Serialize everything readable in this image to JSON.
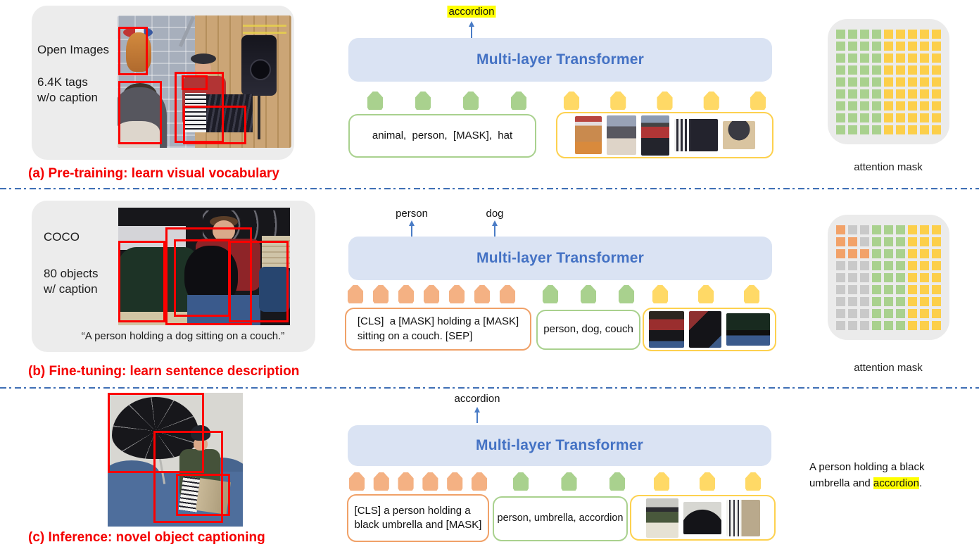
{
  "shared": {
    "transformer_label": "Multi-layer Transformer",
    "mask_label": "attention mask",
    "colors": {
      "transformer_fill": "#dae3f3",
      "transformer_text": "#4472c4",
      "token_green": "#a9d18e",
      "token_orange": "#f4b183",
      "token_yellow": "#ffd966",
      "mask_gray": "#c9c9c9",
      "highlight_yellow": "#ffff00",
      "caption_red": "#f40000",
      "bounding_box_red": "#fb0000",
      "divider_blue": "#3f6fb5"
    }
  },
  "panels": {
    "a": {
      "dataset": "Open Images",
      "tagline": "6.4K tags\nw/o caption",
      "caption": "(a) Pre-training: learn visual vocabulary",
      "output_label": "accordion",
      "text_box": "animal,  person,  [MASK],  hat",
      "token_groups": [
        {
          "color": "green",
          "count": 4
        },
        {
          "color": "yellow",
          "count": 5
        }
      ],
      "patches": [
        "deer-hat",
        "person-back",
        "man-accordion",
        "accordion-dark",
        "hat-face"
      ],
      "mask_rows": [
        "ggggyyyyy",
        "ggggyyyyy",
        "ggggyyyyy",
        "ggggyyyyy",
        "ggggyyyyy",
        "ggggyyyyy",
        "ggggyyyyy",
        "ggggyyyyy",
        "ggggyyyyy"
      ]
    },
    "b": {
      "dataset": "COCO",
      "tagline": "80 objects\nw/ caption",
      "photo_caption": "“A person holding a dog sitting on a couch.”",
      "caption": "(b) Fine-tuning: learn sentence description",
      "output_labels": [
        "person",
        "dog"
      ],
      "caption_box": "[CLS]  a [MASK] holding a [MASK]\nsitting on a couch. [SEP]",
      "tag_box": "person, dog, couch",
      "token_groups": [
        {
          "color": "orange",
          "count": 7
        },
        {
          "color": "green",
          "count": 3
        },
        {
          "color": "yellow",
          "count": 3
        }
      ],
      "patches": [
        "person-dog",
        "dog-black",
        "couch-green"
      ],
      "mask_rows": [
        "oxxgggyyy",
        "ooxgggyyy",
        "ooogggyyy",
        "xxxgggyyy",
        "xxxgggyyy",
        "xxxgggyyy",
        "xxxgggyyy",
        "xxxgggyyy",
        "xxxgggyyy"
      ]
    },
    "c": {
      "caption": "(c) Inference: novel object captioning",
      "output_label": "accordion",
      "caption_box": "[CLS] a person holding a\nblack umbrella and [MASK]",
      "tag_box": "person, umbrella, accordion",
      "token_groups": [
        {
          "color": "orange",
          "count": 6
        },
        {
          "color": "green",
          "count": 3
        },
        {
          "color": "yellow",
          "count": 3
        }
      ],
      "patches": [
        "man-accordion-c",
        "umbrella-black",
        "accordion-light"
      ],
      "sentence": {
        "before": "A person holding a black umbrella and ",
        "highlight": "accordion",
        "after": "."
      }
    }
  }
}
